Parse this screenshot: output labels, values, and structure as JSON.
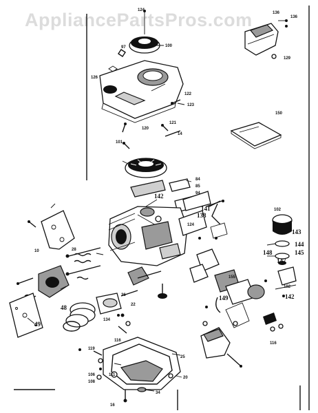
{
  "watermark": "AppliancePartsPros.com",
  "labels": [
    "124",
    "100",
    "97",
    "126",
    "122",
    "123",
    "121",
    "120",
    "14",
    "101",
    "136",
    "129",
    "150",
    "136",
    "84",
    "85",
    "94",
    "142",
    "141",
    "138",
    "10",
    "124",
    "143",
    "102",
    "144",
    "148",
    "145",
    "147",
    "142",
    "47",
    "48",
    "49",
    "134",
    "22",
    "26",
    "102",
    "116",
    "111",
    "155",
    "116",
    "119",
    "106",
    "108",
    "34",
    "25",
    "20",
    "28",
    "16",
    "149"
  ]
}
